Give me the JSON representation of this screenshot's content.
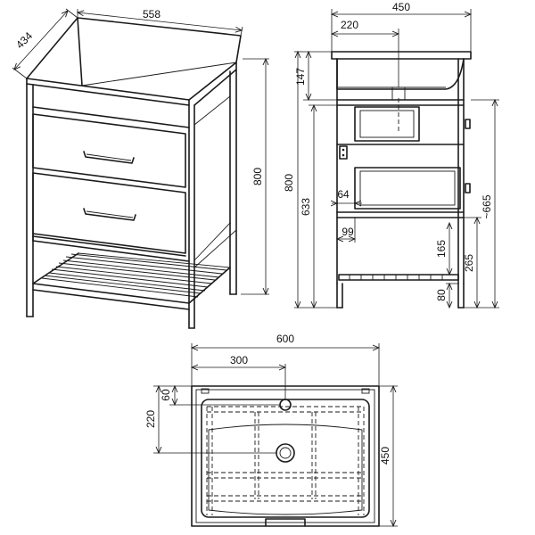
{
  "dimensions": {
    "top_width": "558",
    "top_depth": "434",
    "iso_height": "800",
    "side_width": "450",
    "side_basin_offset": "220",
    "side_top_height": "147",
    "side_total_height": "800",
    "side_carcass_height": "633",
    "side_drawer_gap": "64",
    "side_shelf_offset": "99",
    "side_drawer_height": "~665",
    "side_shelf_clear": "165",
    "side_shelf_height": "265",
    "side_leg_height": "80",
    "plan_width": "600",
    "plan_drain_offset": "300",
    "plan_front_gap": "60",
    "plan_drain_depth": "220",
    "plan_depth": "450"
  },
  "icons": [
    "handle-icon",
    "drain-icon",
    "bracket-icon"
  ]
}
